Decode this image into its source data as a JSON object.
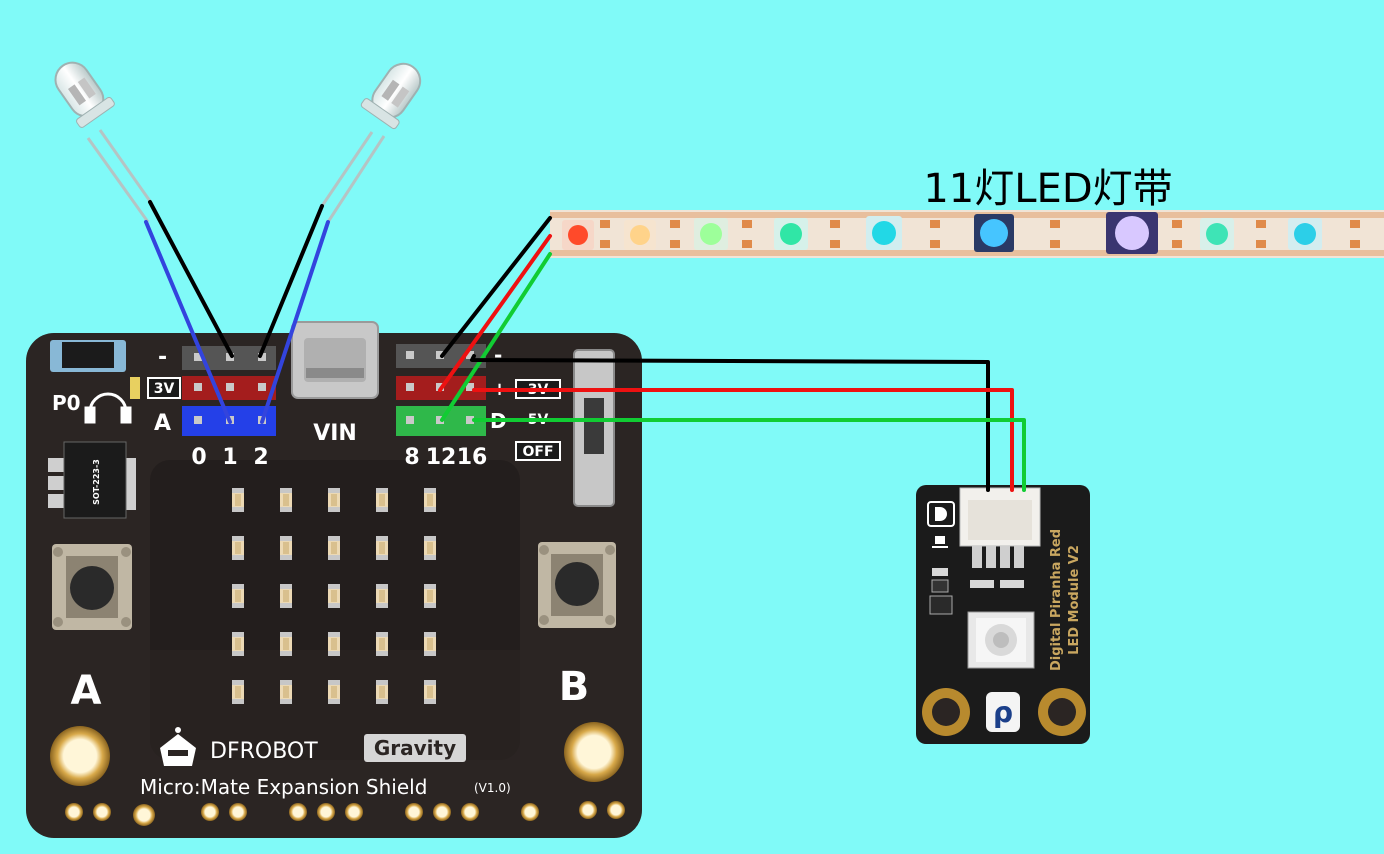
{
  "strip": {
    "label": "11灯LED灯带"
  },
  "shield": {
    "port_label": "P0",
    "left_header": {
      "minus": "-",
      "power": "3V",
      "analog": "A",
      "pins": [
        "0",
        "1",
        "2"
      ]
    },
    "vin_label": "VIN",
    "right_header": {
      "minus": "-",
      "plus": "+",
      "digital": "D",
      "pins": [
        "8",
        "12",
        "16"
      ]
    },
    "switch_labels": [
      "3V",
      "5V",
      "OFF"
    ],
    "regulator_label": "SOT-223-3",
    "button_labels": [
      "A",
      "B"
    ],
    "brand": "DFROBOT",
    "gravity": "Gravity",
    "title": "Micro:Mate Expansion Shield",
    "version": "(V1.0)"
  },
  "module": {
    "label_line1": "Digital Piranha Red",
    "label_line2": "LED Module V2",
    "logo_letter": "ρ"
  },
  "wire_colors": {
    "blue": "#3344DD",
    "black": "#000000",
    "red": "#EE1111",
    "green": "#11CC33"
  }
}
